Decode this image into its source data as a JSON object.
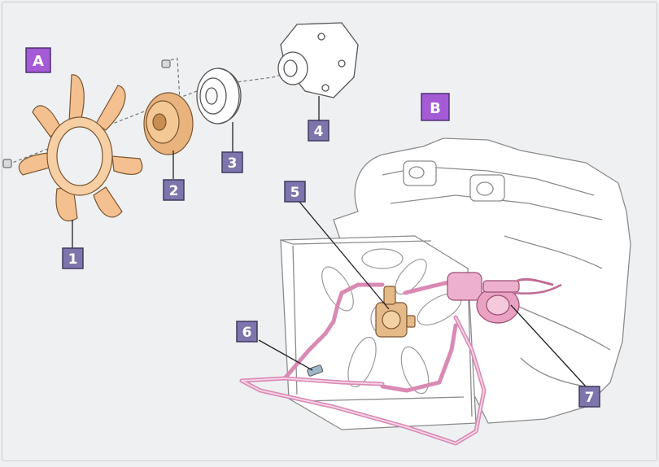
{
  "diagram": {
    "sections": [
      {
        "id": "A",
        "label": "A"
      },
      {
        "id": "B",
        "label": "B"
      }
    ],
    "callouts": [
      {
        "id": "1",
        "label": "1",
        "part": "cooling fan blade"
      },
      {
        "id": "2",
        "label": "2",
        "part": "fan clutch"
      },
      {
        "id": "3",
        "label": "3",
        "part": "fan pulley"
      },
      {
        "id": "4",
        "label": "4",
        "part": "water pump"
      },
      {
        "id": "5",
        "label": "5",
        "part": "hydraulic fan motor"
      },
      {
        "id": "6",
        "label": "6",
        "part": "temperature sensor"
      },
      {
        "id": "7",
        "label": "7",
        "part": "hydraulic pump"
      }
    ],
    "colors": {
      "background": "#eef0f2",
      "label_fill": "#7f75ad",
      "label_border": "#4a4470",
      "label_text": "#ffffff",
      "section_fill": "#a55ad6",
      "fan_orange": "#f4c08f",
      "hydraulic_pink": "#e8a7c4",
      "line_art": "#666666"
    }
  }
}
